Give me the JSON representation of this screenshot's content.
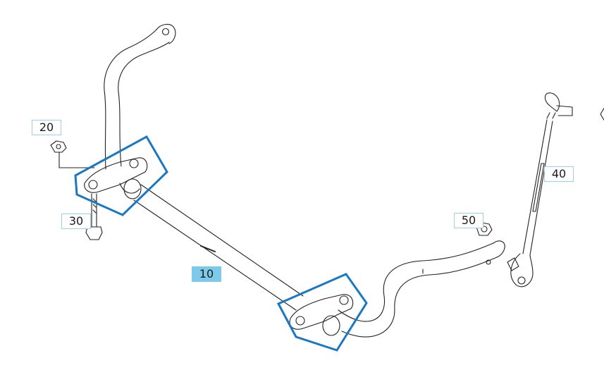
{
  "diagram": {
    "callouts": {
      "c10": {
        "label": "10",
        "selected": true
      },
      "c20": {
        "label": "20",
        "selected": false
      },
      "c30": {
        "label": "30",
        "selected": false
      },
      "c40": {
        "label": "40",
        "selected": false
      },
      "c50": {
        "label": "50",
        "selected": false
      }
    },
    "colors": {
      "line": "#222222",
      "highlight": "#1a78c2",
      "callout_border": "#9fd0ea",
      "callout_selected": "#7cc9ea"
    }
  }
}
